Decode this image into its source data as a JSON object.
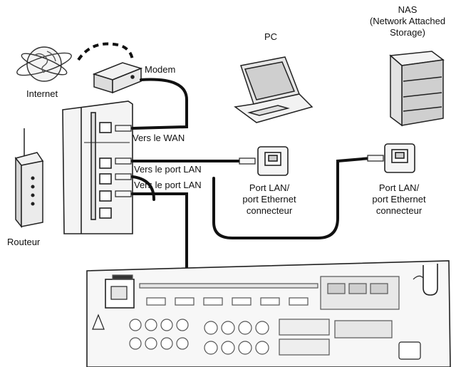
{
  "labels": {
    "internet": "Internet",
    "modem": "Modem",
    "pc": "PC",
    "nas_title": "NAS",
    "nas_line2": "(Network Attached",
    "nas_line3": "Storage)",
    "router": "Routeur",
    "wan": "Vers le WAN",
    "lan1": "Vers le port LAN",
    "lan2": "Vers le port LAN",
    "pc_port_line1": "Port LAN/",
    "pc_port_line2": "port Ethernet",
    "pc_port_line3": "connecteur",
    "nas_port_line1": "Port LAN/",
    "nas_port_line2": "port Ethernet",
    "nas_port_line3": "connecteur"
  },
  "icons": {
    "globe": "internet-globe-icon",
    "modem": "modem-icon",
    "laptop": "laptop-icon",
    "nas": "nas-server-icon",
    "router": "router-icon",
    "receiver": "av-receiver-rear-panel"
  }
}
